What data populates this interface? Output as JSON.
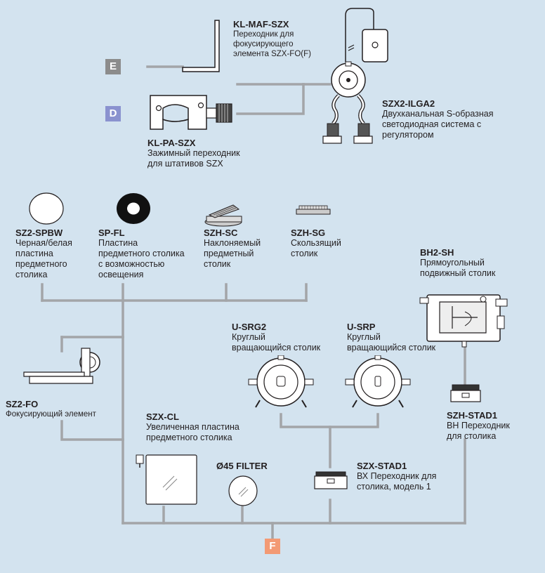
{
  "badges": {
    "e": {
      "label": "E",
      "color": "#8c8c8c"
    },
    "d": {
      "label": "D",
      "color": "#8a92cf"
    },
    "f": {
      "label": "F",
      "color": "#f39a74"
    }
  },
  "components": {
    "kl_maf_szx": {
      "code": "KL-MAF-SZX",
      "desc": [
        "Переходник для",
        "фокусирующего",
        "элемента SZX-FO(F)"
      ]
    },
    "szx2_ilga2": {
      "code": "SZX2-ILGA2",
      "desc": [
        "Двухканальная S-образная",
        "светодиодная система с",
        "регулятором"
      ]
    },
    "kl_pa_szx": {
      "code": "KL-PA-SZX",
      "desc": [
        "Зажимный переходник",
        "для штативов SZX"
      ]
    },
    "sz2_spbw": {
      "code": "SZ2-SPBW",
      "desc": [
        "Черная/белая",
        "пластина",
        "предметного",
        "столика"
      ]
    },
    "sp_fl": {
      "code": "SP-FL",
      "desc": [
        "Пластина",
        "предметного столика",
        "с возможностью",
        "освещения"
      ]
    },
    "szh_sc": {
      "code": "SZH-SC",
      "desc": [
        "Наклоняемый",
        "предметный",
        "столик"
      ]
    },
    "szh_sg": {
      "code": "SZH-SG",
      "desc": [
        "Скользящий",
        "столик"
      ]
    },
    "bh2_sh": {
      "code": "BH2-SH",
      "desc": [
        "Прямоугольный",
        "подвижный столик"
      ]
    },
    "u_srg2": {
      "code": "U-SRG2",
      "desc": [
        "Круглый",
        "вращающийся столик"
      ]
    },
    "u_srp": {
      "code": "U-SRP",
      "desc": [
        "Круглый",
        "вращающийся столик"
      ]
    },
    "sz2_fo": {
      "code": "SZ2-FO",
      "desc": [
        "Фокусирующий элемент"
      ]
    },
    "szx_cl": {
      "code": "SZX-CL",
      "desc": [
        "Увеличенная пластина",
        "предметного столика"
      ]
    },
    "filter45": {
      "code": "Ø45 FILTER",
      "desc": []
    },
    "szh_stad1": {
      "code": "SZH-STAD1",
      "desc": [
        "ВН Переходник",
        "для столика"
      ]
    },
    "szx_stad1": {
      "code": "SZX-STAD1",
      "desc": [
        "ВХ Переходник для",
        "столика, модель 1"
      ]
    }
  }
}
